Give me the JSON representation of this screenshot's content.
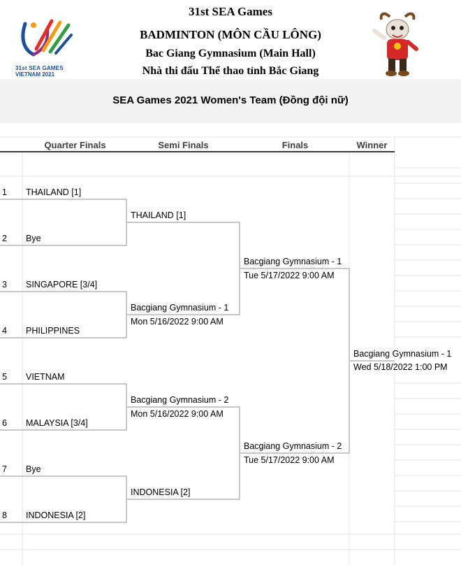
{
  "header": {
    "line1": "31st SEA Games",
    "line2": "BADMINTON (MÔN CẦU LÔNG)",
    "line3": "Bac Giang Gymnasium (Main Hall)",
    "line4": "Nhà thi đấu Thể thao tỉnh Bắc Giang"
  },
  "logo": {
    "line1": "31st SEA GAMES",
    "line2": "VIETNAM 2021",
    "colors": [
      "#e63027",
      "#f39c12",
      "#2ea043",
      "#1c4fa0",
      "#8e2b87"
    ]
  },
  "mascot": {
    "icon": "goat-mascot-icon",
    "shirt_color": "#d62828"
  },
  "banner": {
    "title": "SEA Games 2021 Women's Team (Đồng đội nữ)"
  },
  "columns": {
    "quarter": "Quarter Finals",
    "semi": "Semi Finals",
    "finals": "Finals",
    "winner": "Winner"
  },
  "quarter": [
    {
      "seed": "1",
      "team": "THAILAND [1]"
    },
    {
      "seed": "2",
      "team": "Bye"
    },
    {
      "seed": "3",
      "team": "SINGAPORE [3/4]"
    },
    {
      "seed": "4",
      "team": "PHILIPPINES"
    },
    {
      "seed": "5",
      "team": "VIETNAM"
    },
    {
      "seed": "6",
      "team": "MALAYSIA [3/4]"
    },
    {
      "seed": "7",
      "team": "Bye"
    },
    {
      "seed": "8",
      "team": "INDONESIA [2]"
    }
  ],
  "semi": [
    {
      "team": "THAILAND [1]",
      "time": ""
    },
    {
      "team": "Bacgiang Gymnasium - 1",
      "time": "Mon 5/16/2022 9:00 AM"
    },
    {
      "team": "Bacgiang Gymnasium - 2",
      "time": "Mon 5/16/2022 9:00 AM"
    },
    {
      "team": "INDONESIA [2]",
      "time": ""
    }
  ],
  "finals": [
    {
      "team": "Bacgiang Gymnasium - 1",
      "time": "Tue 5/17/2022 9:00 AM"
    },
    {
      "team": "Bacgiang Gymnasium - 2",
      "time": "Tue 5/17/2022 9:00 AM"
    }
  ],
  "winner": {
    "team": "Bacgiang Gymnasium - 1",
    "time": "Wed 5/18/2022 1:00 PM"
  }
}
